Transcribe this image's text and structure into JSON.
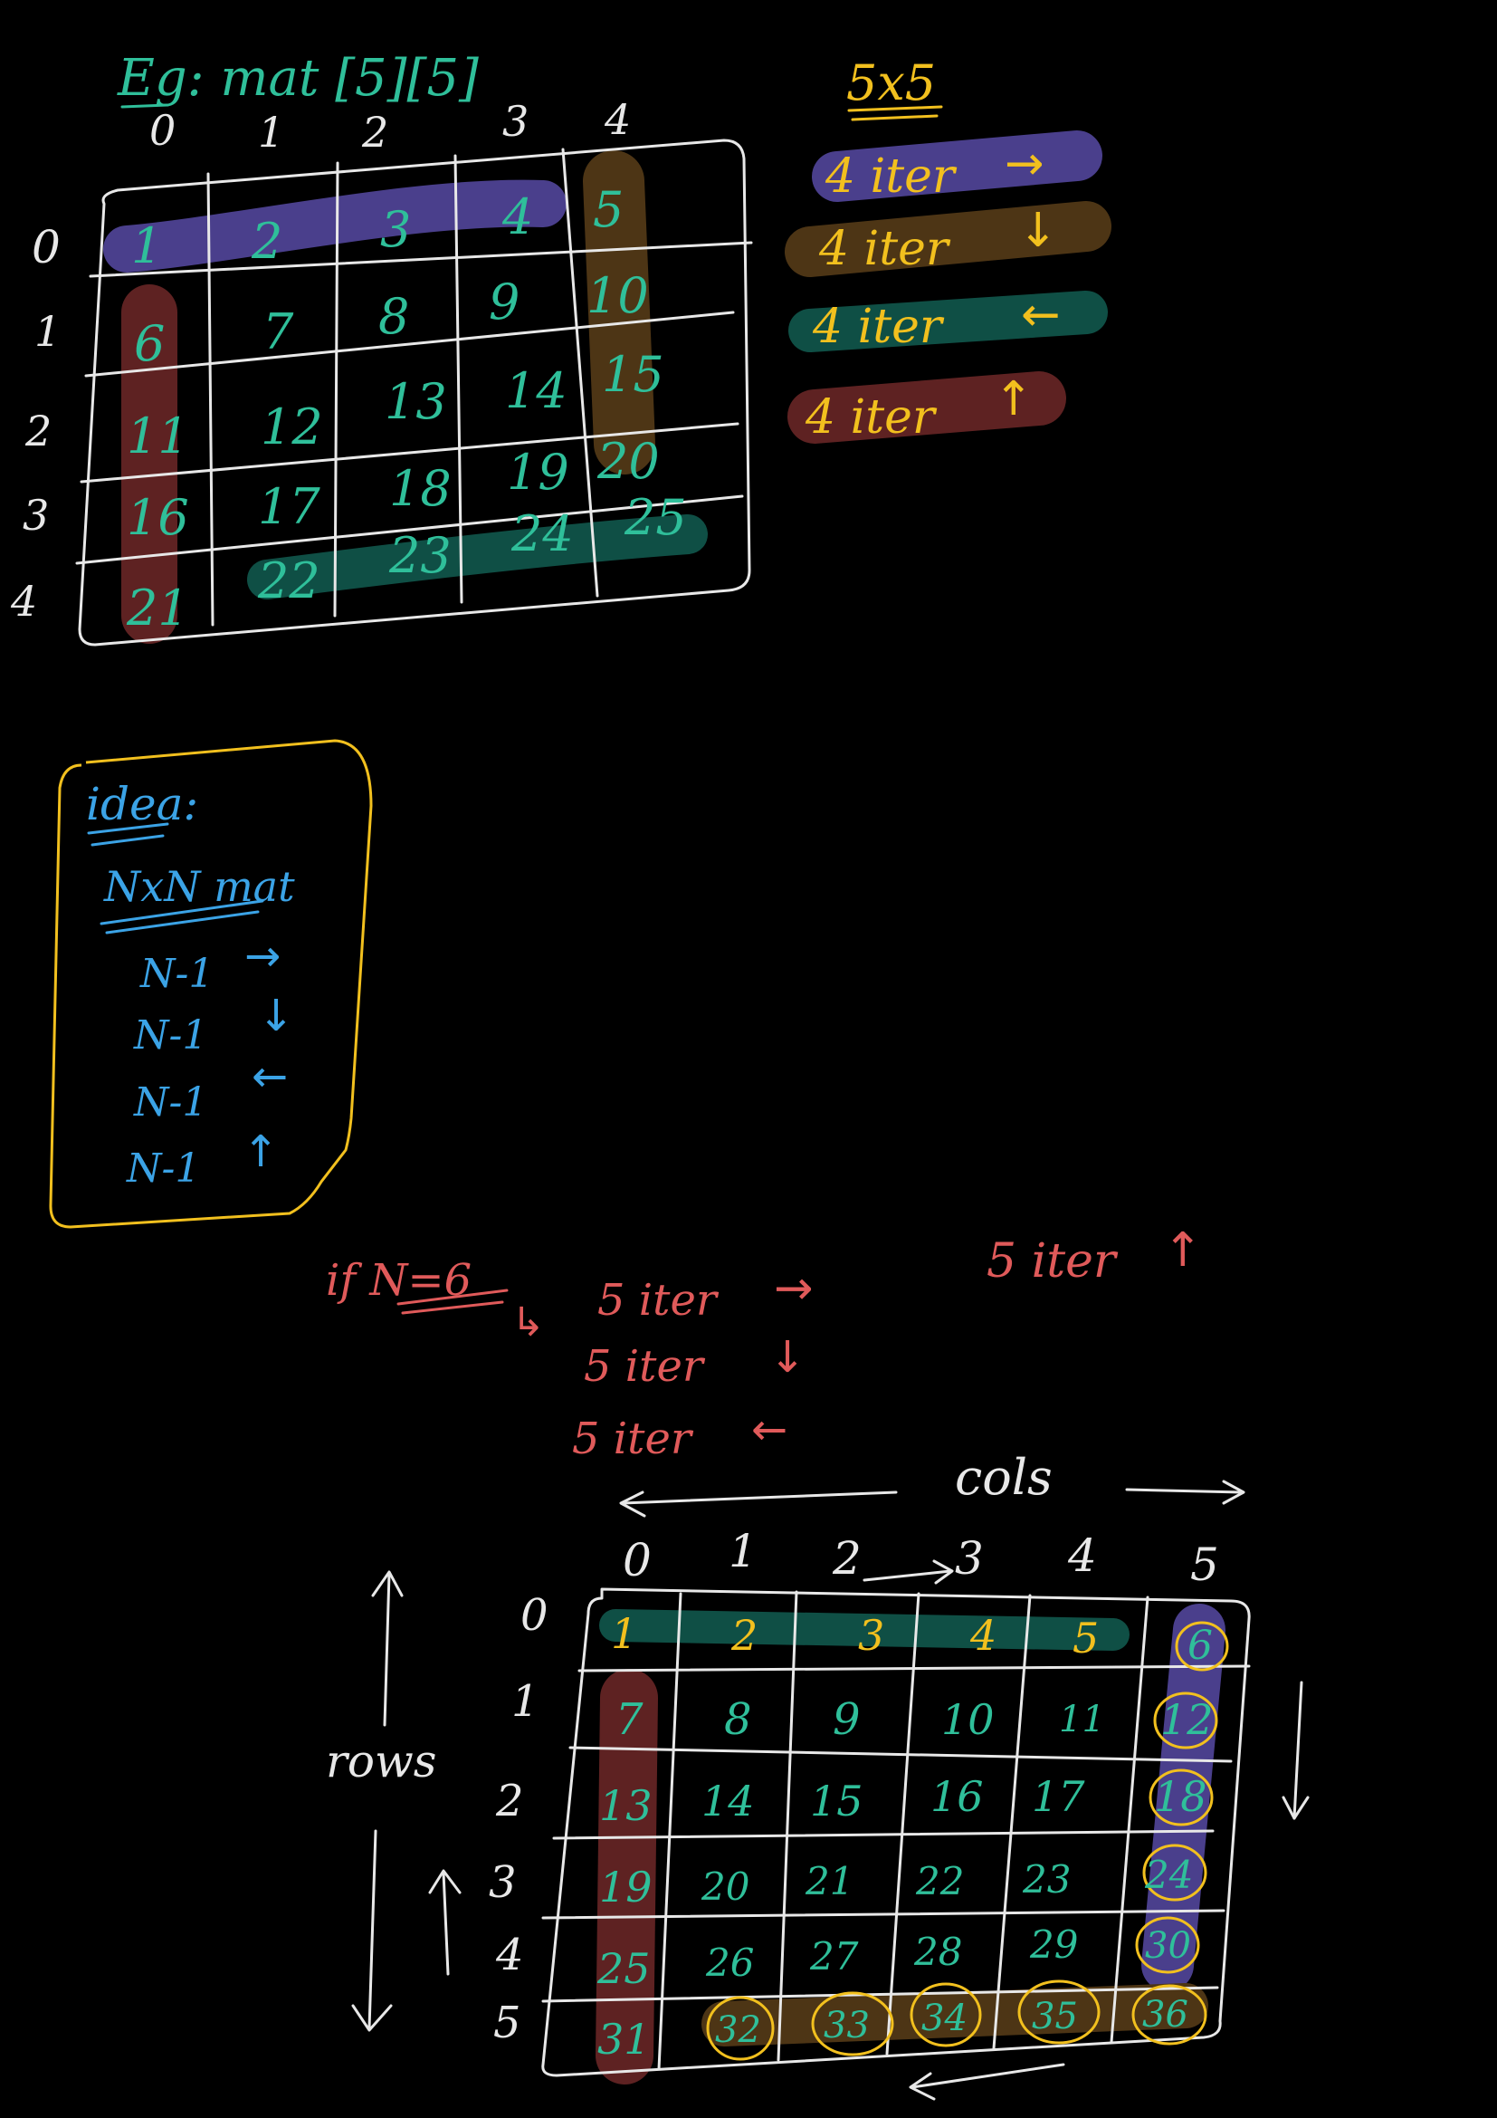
{
  "example1": {
    "title": "Eg: mat [5][5]",
    "col_headers": [
      "0",
      "1",
      "2",
      "3",
      "4"
    ],
    "row_headers": [
      "0",
      "1",
      "2",
      "3",
      "4"
    ],
    "matrix": [
      [
        "1",
        "2",
        "3",
        "4",
        "5"
      ],
      [
        "6",
        "7",
        "8",
        "9",
        "10"
      ],
      [
        "11",
        "12",
        "13",
        "14",
        "15"
      ],
      [
        "16",
        "17",
        "18",
        "19",
        "20"
      ],
      [
        "21",
        "22",
        "23",
        "24",
        "25"
      ]
    ],
    "legend_title": "5x5",
    "legend": [
      {
        "text": "4 iter",
        "arrow": "→",
        "color": "#4a3f8c"
      },
      {
        "text": "4 iter",
        "arrow": "↓",
        "color": "#4d3515"
      },
      {
        "text": "4 iter",
        "arrow": "←",
        "color": "#0f4f45"
      },
      {
        "text": "4 iter",
        "arrow": "↑",
        "color": "#5e2222"
      }
    ]
  },
  "idea_box": {
    "title": "idea:",
    "subtitle": "NxN mat",
    "lines": [
      {
        "text": "N-1",
        "arrow": "→"
      },
      {
        "text": "N-1",
        "arrow": "↓"
      },
      {
        "text": "N-1",
        "arrow": "←"
      },
      {
        "text": "N-1",
        "arrow": "↑"
      }
    ]
  },
  "n6": {
    "condition": "if N=6",
    "pointer": "↳",
    "lines": [
      {
        "text": "5 iter",
        "arrow": "→"
      },
      {
        "text": "5 iter",
        "arrow": "↓"
      },
      {
        "text": "5 iter",
        "arrow": "←"
      }
    ],
    "extra": {
      "text": "5 iter",
      "arrow": "↑"
    }
  },
  "example2": {
    "cols_label": "cols",
    "rows_label": "rows",
    "col_headers": [
      "0",
      "1",
      "2",
      "3",
      "4",
      "5"
    ],
    "row_headers": [
      "0",
      "1",
      "2",
      "3",
      "4",
      "5"
    ],
    "matrix": [
      [
        "1",
        "2",
        "3",
        "4",
        "5",
        "6"
      ],
      [
        "7",
        "8",
        "9",
        "10",
        "11",
        "12"
      ],
      [
        "13",
        "14",
        "15",
        "16",
        "17",
        "18"
      ],
      [
        "19",
        "20",
        "21",
        "22",
        "23",
        "24"
      ],
      [
        "25",
        "26",
        "27",
        "28",
        "29",
        "30"
      ],
      [
        "31",
        "32",
        "33",
        "34",
        "35",
        "36"
      ]
    ]
  },
  "colors": {
    "purple": "#4a3f8c",
    "brown": "#4d3515",
    "green": "#0f4f45",
    "maroon": "#5e2222",
    "teal_text": "#2fbf9a",
    "gold": "#f2c01e",
    "blue": "#3ba3e6",
    "red": "#e05a5a"
  }
}
